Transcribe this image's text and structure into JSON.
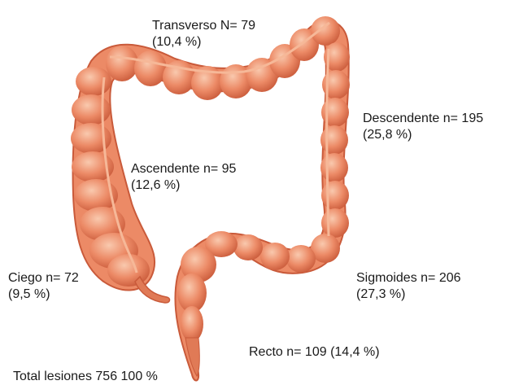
{
  "colors": {
    "colon_fill": "#ec8a66",
    "colon_shadow": "#c95a3a",
    "colon_highlight": "#f8c2a6",
    "text": "#1a1a1a"
  },
  "labels": {
    "transverso": {
      "line1": "Transverso N= 79",
      "line2": "(10,4 %)"
    },
    "descendente": {
      "line1": "Descendente n= 195",
      "line2": "(25,8 %)"
    },
    "ascendente": {
      "line1": "Ascendente n= 95",
      "line2": "(12,6 %)"
    },
    "ciego": {
      "line1": "Ciego n= 72",
      "line2": "(9,5 %)"
    },
    "sigmoides": {
      "line1": "Sigmoides n= 206",
      "line2": "(27,3 %)"
    },
    "recto": {
      "line1": "Recto n= 109 (14,4 %)"
    },
    "total": "Total lesiones 756 100 %"
  }
}
